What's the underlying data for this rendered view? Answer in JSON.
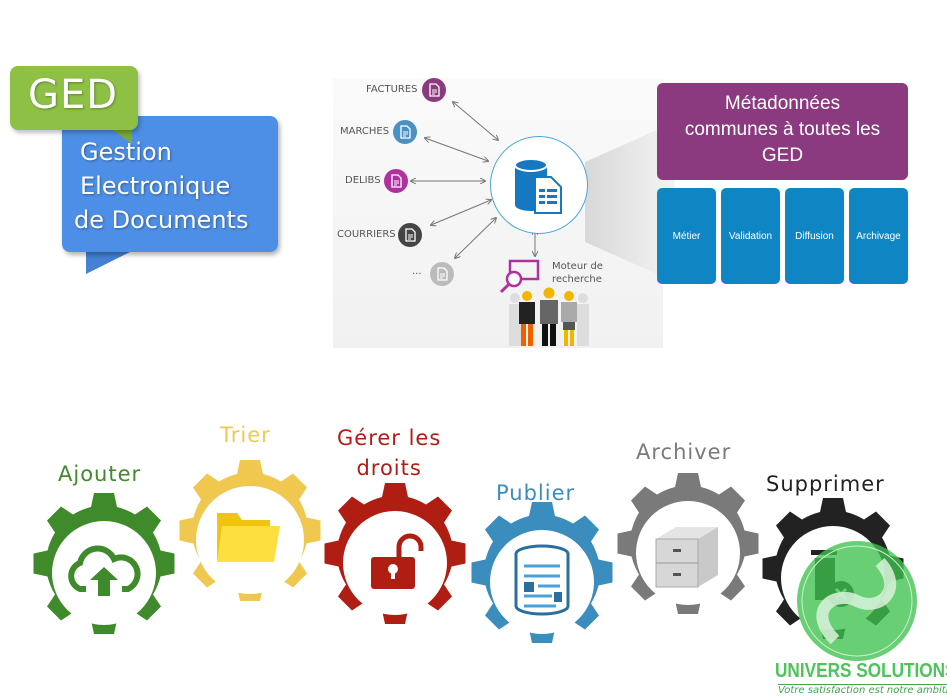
{
  "logo": {
    "badge": "GED",
    "lines": [
      "Gestion",
      "Electronique",
      "de Documents"
    ],
    "colors": {
      "badge": "#8dc044",
      "bubble": "#4d8fe6"
    }
  },
  "diagram": {
    "sources": [
      {
        "label": "FACTURES",
        "color": "#8b3a7f"
      },
      {
        "label": "MARCHES",
        "color": "#4a90c2"
      },
      {
        "label": "DELIBS",
        "color": "#b0309f"
      },
      {
        "label": "COURRIERS",
        "color": "#444444"
      },
      {
        "label": "...",
        "color": "#bbbbbb"
      }
    ],
    "hub_icon": "database-document-icon",
    "search": {
      "line1": "Moteur de",
      "line2": "recherche"
    },
    "metadata": {
      "title_lines": [
        "Métadonnées",
        "communes à toutes les",
        "GED"
      ],
      "columns": [
        "Métier",
        "Validation",
        "Diffusion",
        "Archivage"
      ],
      "colors": {
        "title": "#8b3a7f",
        "column": "#0f86c3"
      }
    }
  },
  "process": [
    {
      "label": "Ajouter",
      "icon": "cloud-upload-icon",
      "color": "#3f8a2a"
    },
    {
      "label": "Trier",
      "icon": "folder-icon",
      "color": "#f0c850"
    },
    {
      "label_lines": [
        "Gérer les",
        "droits"
      ],
      "icon": "unlocked-padlock-icon",
      "color": "#b01d12"
    },
    {
      "label": "Publier",
      "icon": "document-scroll-icon",
      "color": "#3b8dbd"
    },
    {
      "label": "Archiver",
      "icon": "filing-cabinet-icon",
      "color": "#7a7a7a"
    },
    {
      "label": "Supprimer",
      "icon": "trash-delete-icon",
      "color": "#222222"
    }
  ],
  "brand": {
    "name": "UNIVERS SOLUTIONS",
    "tagline": "Votre satisfaction est notre ambition",
    "color": "#4cc45a"
  }
}
